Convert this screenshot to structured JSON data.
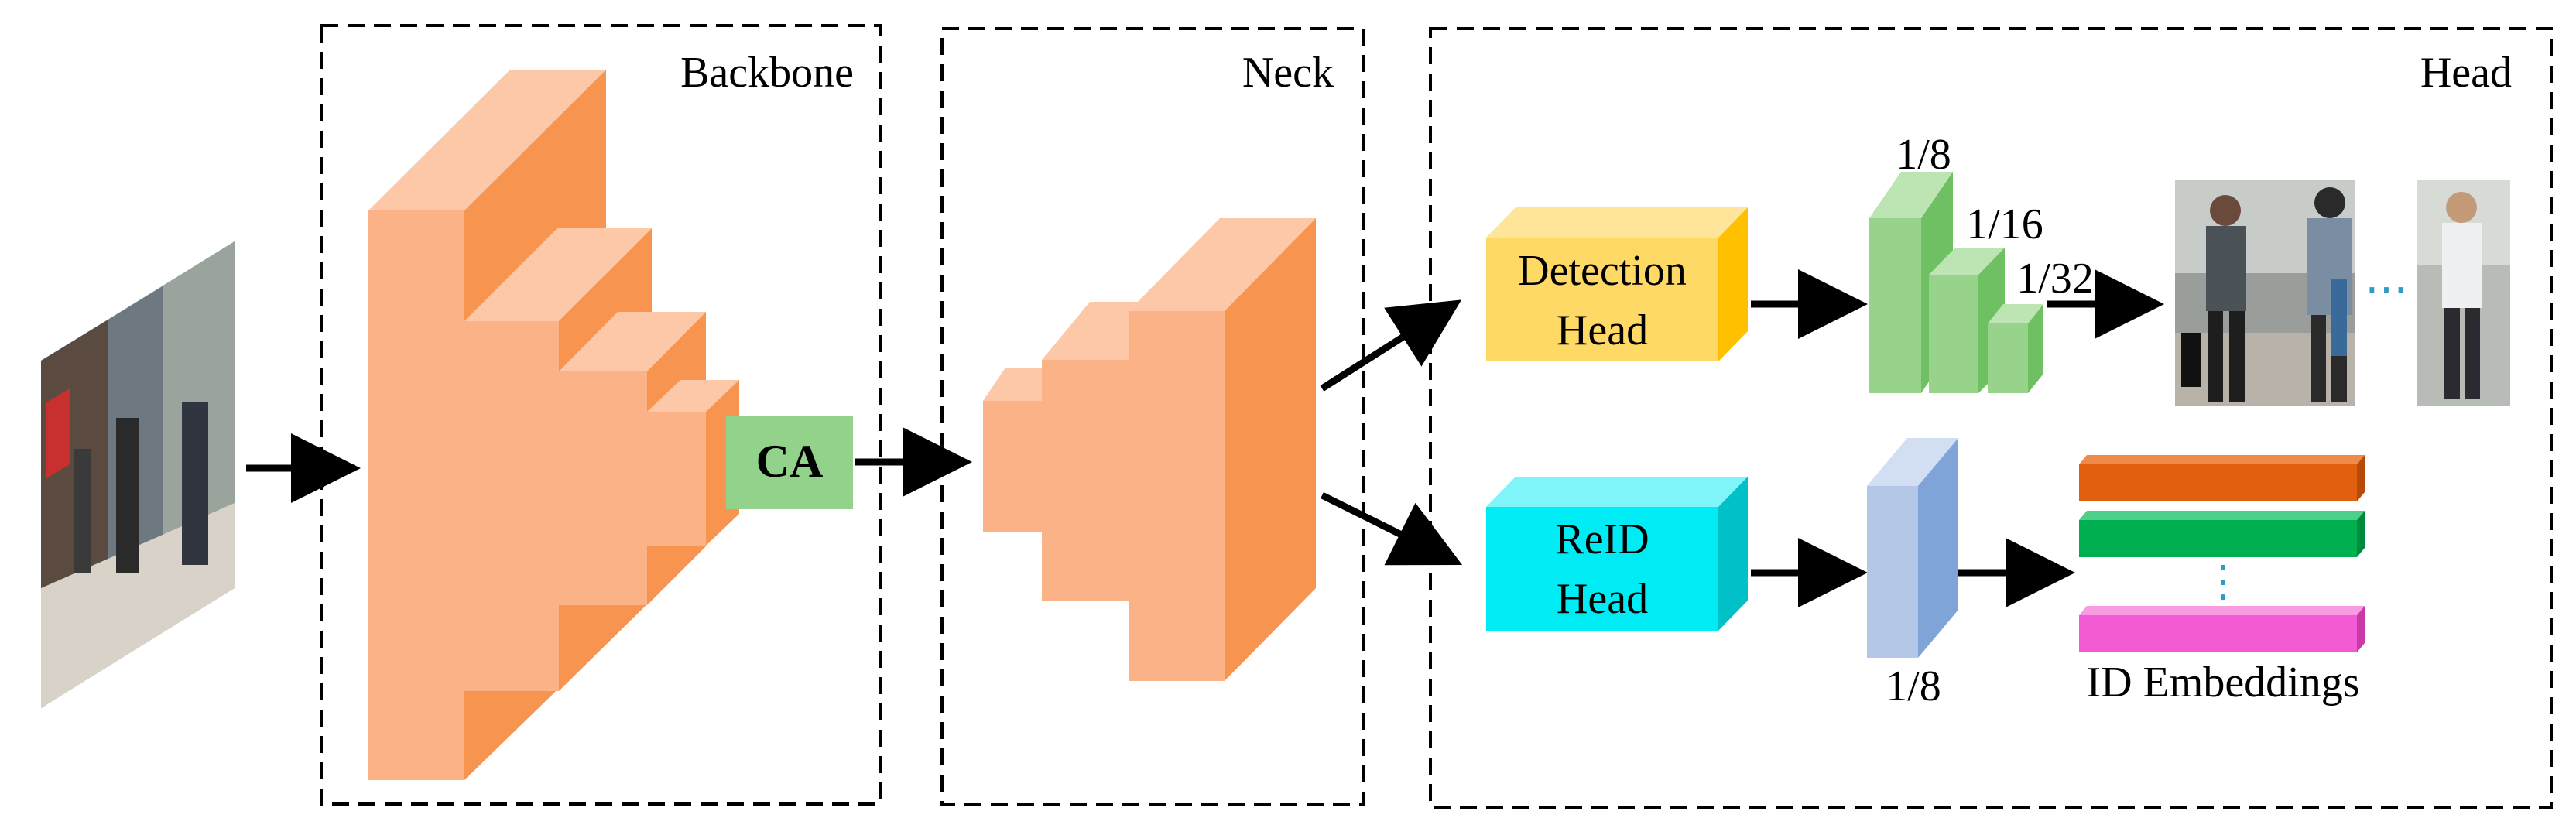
{
  "sections": {
    "backbone": "Backbone",
    "neck": "Neck",
    "head": "Head"
  },
  "modules": {
    "ca": "CA",
    "detection_head": {
      "line1": "Detection",
      "line2": "Head"
    },
    "reid_head": {
      "line1": "ReID",
      "line2": "Head"
    }
  },
  "scales": {
    "det_small": "1/8",
    "det_medium": "1/16",
    "det_large": "1/32",
    "reid": "1/8"
  },
  "outputs": {
    "embeddings_label": "ID Embeddings",
    "detection_ellipsis": "⋯",
    "embedding_ellipsis": "⋮"
  },
  "colors": {
    "backbone_front": "#fbb286",
    "backbone_top": "#fcc8a8",
    "backbone_side": "#f79450",
    "ca": "#92d28b",
    "detection_front": "#ffd966",
    "detection_top": "#ffe599",
    "detection_side": "#ffc000",
    "reid_front": "#00ecf4",
    "reid_top": "#7ff5fa",
    "reid_side": "#00c0c8",
    "green_front": "#98d38c",
    "green_top": "#bde4b3",
    "green_side": "#6fbf63",
    "blue_front": "#b4c7e7",
    "blue_top": "#d2def1",
    "blue_side": "#7ea4d8",
    "emb_orange": "#e06010",
    "emb_green": "#00b050",
    "emb_pink": "#f35bd4",
    "dots": "#2e9ac6"
  },
  "icons": {
    "input_image": "street-scene-photo-icon",
    "person_crop": "person-photo-icon"
  }
}
